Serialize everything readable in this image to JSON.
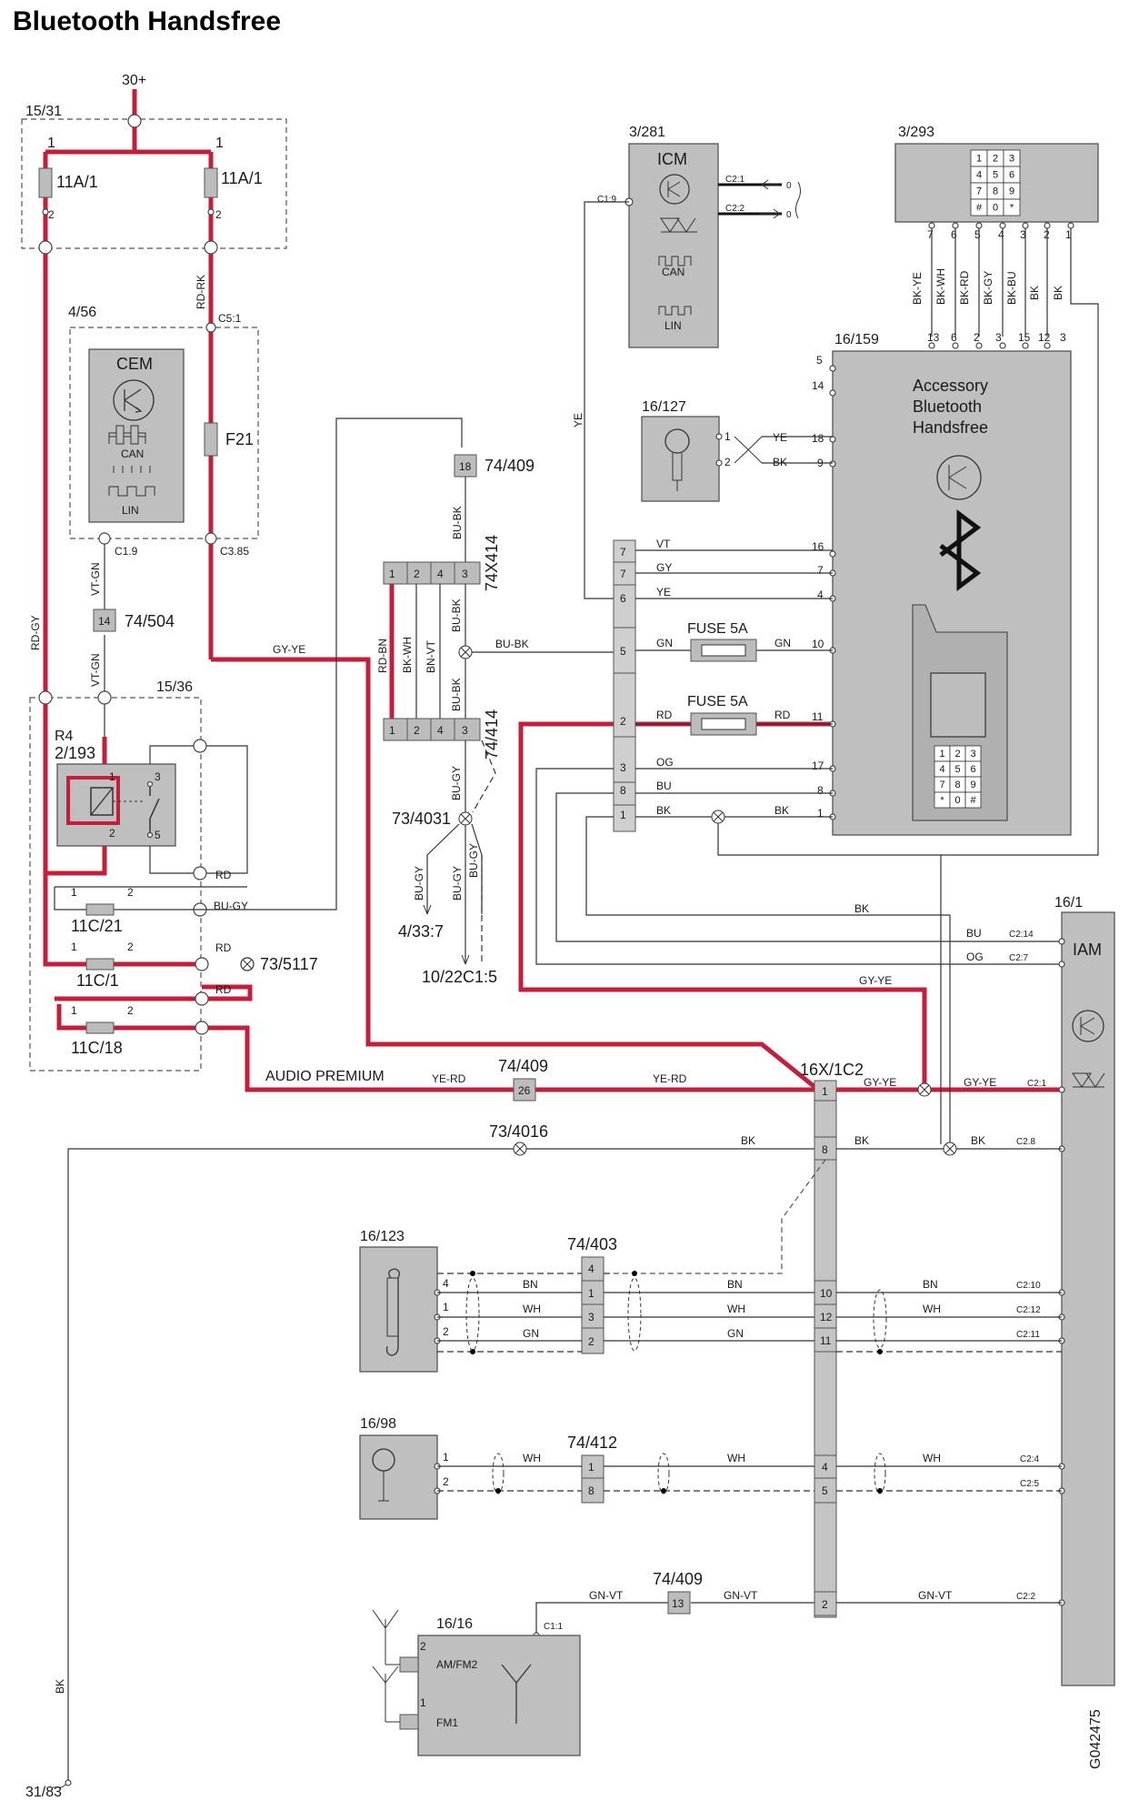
{
  "title": "Bluetooth Handsfree",
  "doc_id": "G042475",
  "supply": "30+",
  "ground": "31/83",
  "components": {
    "c15_31": "15/31",
    "fuse_11a1_left": "11A/1",
    "fuse_11a1_right": "11A/1",
    "c4_56": "4/56",
    "cem": "CEM",
    "cem_can": "CAN",
    "cem_lin": "LIN",
    "f21": "F21",
    "c15_36": "15/36",
    "r4": "R4",
    "relay": "2/193",
    "fuse_11c21": "11C/21",
    "fuse_11c1": "11C/1",
    "fuse_11c18": "11C/18",
    "splice_73_5117": "73/5117",
    "c74_504": "74/504",
    "icm_ref": "3/281",
    "icm": "ICM",
    "icm_can": "CAN",
    "icm_lin": "LIN",
    "keypad_ref": "3/293",
    "c16_127": "16/127",
    "c16_159": "16/159",
    "accessory_line1": "Accessory",
    "accessory_line2": "Bluetooth",
    "accessory_line3": "Handsfree",
    "c74_409_a": "74/409",
    "c74x414": "74X414",
    "c74_414": "74/414",
    "splice_73_4031": "73/4031",
    "ref_4_33_7": "4/33:7",
    "ref_10_22c1_5": "10/22C1:5",
    "fuse5a_a": "FUSE 5A",
    "fuse5a_b": "FUSE 5A",
    "c16_1": "16/1",
    "iam": "IAM",
    "c16x1c2": "16X/1C2",
    "audio_premium": "AUDIO PREMIUM",
    "c74_409_b": "74/409",
    "splice_73_4016": "73/4016",
    "c16_123": "16/123",
    "c74_403": "74/403",
    "c16_98": "16/98",
    "c74_412": "74/412",
    "c74_409_c": "74/409",
    "c16_16": "16/16",
    "am_fm2": "AM/FM2",
    "fm1": "FM1"
  },
  "wire_labels": {
    "rd_rk": "RD-RK",
    "rd_gy": "RD-GY",
    "vt_gn_a": "VT-GN",
    "vt_gn_b": "VT-GN",
    "gy_ye": "GY-YE",
    "rd_1": "RD",
    "bu_gy_1": "BU-GY",
    "rd_2": "RD",
    "rd_3": "RD",
    "ye_vert": "YE",
    "bu_bk_1": "BU-BK",
    "rd_bn": "RD-BN",
    "bk_wh": "BK-WH",
    "bn_vt": "BN-VT",
    "bu_bk_2": "BU-BK",
    "bu_bk_3": "BU-BK",
    "bu_bk_4": "BU-BK",
    "bu_gy_2": "BU-GY",
    "bu_gy_3": "BU-GY",
    "bu_gy_4": "BU-GY",
    "bu_gy_5": "BU-GY",
    "vt": "VT",
    "gy": "GY",
    "ye": "YE",
    "gn_1": "GN",
    "gn_2": "GN",
    "rd_4": "RD",
    "rd_5": "RD",
    "og": "OG",
    "bu": "BU",
    "bk_1": "BK",
    "bk_2": "BK",
    "ye_mic": "YE",
    "bk_mic": "BK",
    "bk_ye": "BK-YE",
    "bk_wh2": "BK-WH",
    "bk_rd": "BK-RD",
    "bk_gy": "BK-GY",
    "bk_bu": "BK-BU",
    "bk_3": "BK",
    "bk_4": "BK",
    "bk_5": "BK",
    "bu_iam": "BU",
    "og_iam": "OG",
    "gy_ye_2": "GY-YE",
    "gy_ye_3": "GY-YE",
    "gy_ye_4": "GY-YE",
    "ye_rd_1": "YE-RD",
    "ye_rd_2": "YE-RD",
    "bk_6": "BK",
    "bk_7": "BK",
    "bk_8": "BK",
    "bn_1": "BN",
    "wh_1": "WH",
    "gn_3": "GN",
    "bn_2": "BN",
    "wh_2": "WH",
    "gn_4": "GN",
    "bn_3": "BN",
    "wh_3": "WH",
    "wh_4": "WH",
    "wh_5": "WH",
    "wh_6": "WH",
    "gn_vt_1": "GN-VT",
    "gn_vt_2": "GN-VT",
    "gn_vt_3": "GN-VT",
    "bk_ground": "BK"
  },
  "pins": {
    "c1_9_icm": "C1:9",
    "c2_1_icm": "C2:1",
    "c2_2_icm": "C2:2",
    "c5_1": "C5:1",
    "c1_9_cem": "C1.9",
    "c3_85": "C3.85",
    "c2_14": "C2:14",
    "c2_7": "C2:7",
    "c2_1": "C2:1",
    "c2_8": "C2.8",
    "c2_10": "C2:10",
    "c2_12": "C2:12",
    "c2_11": "C2:11",
    "c2_4": "C2:4",
    "c2_5": "C2:5",
    "c2_2": "C2:2",
    "c1_1": "C1:1",
    "n14": "14",
    "n18": "18",
    "n26": "26",
    "n13": "13"
  },
  "keypad_keys": [
    "1",
    "2",
    "3",
    "4",
    "5",
    "6",
    "7",
    "8",
    "9",
    "#",
    "0",
    "*"
  ],
  "phone_keys": [
    "1",
    "2",
    "3",
    "4",
    "5",
    "6",
    "7",
    "8",
    "9",
    "*",
    "0",
    "#"
  ],
  "colors": {
    "power": "#c41e3a",
    "component_fill": "#bfbfbf",
    "line": "#333333"
  }
}
